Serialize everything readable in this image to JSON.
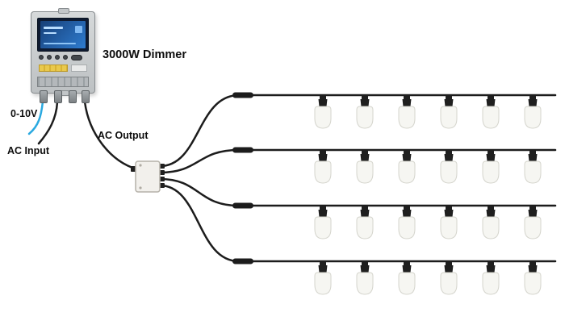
{
  "labels": {
    "dimmer_title": "3000W Dimmer",
    "control_signal": "0-10V",
    "ac_input": "AC Input",
    "ac_output": "AC Output"
  },
  "diagram": {
    "string_count": 4,
    "bulbs_per_string": 6
  },
  "colors": {
    "wire": "#1c1c1c",
    "control_wire": "#2aa9e0",
    "bulb_fill": "#f6f6f2",
    "bulb_stroke": "#d5d5cd",
    "socket": "#1f1f1f",
    "splitter_fill": "#f2f0ec",
    "splitter_stroke": "#b5b1a9",
    "screw": "#b0aca4"
  }
}
